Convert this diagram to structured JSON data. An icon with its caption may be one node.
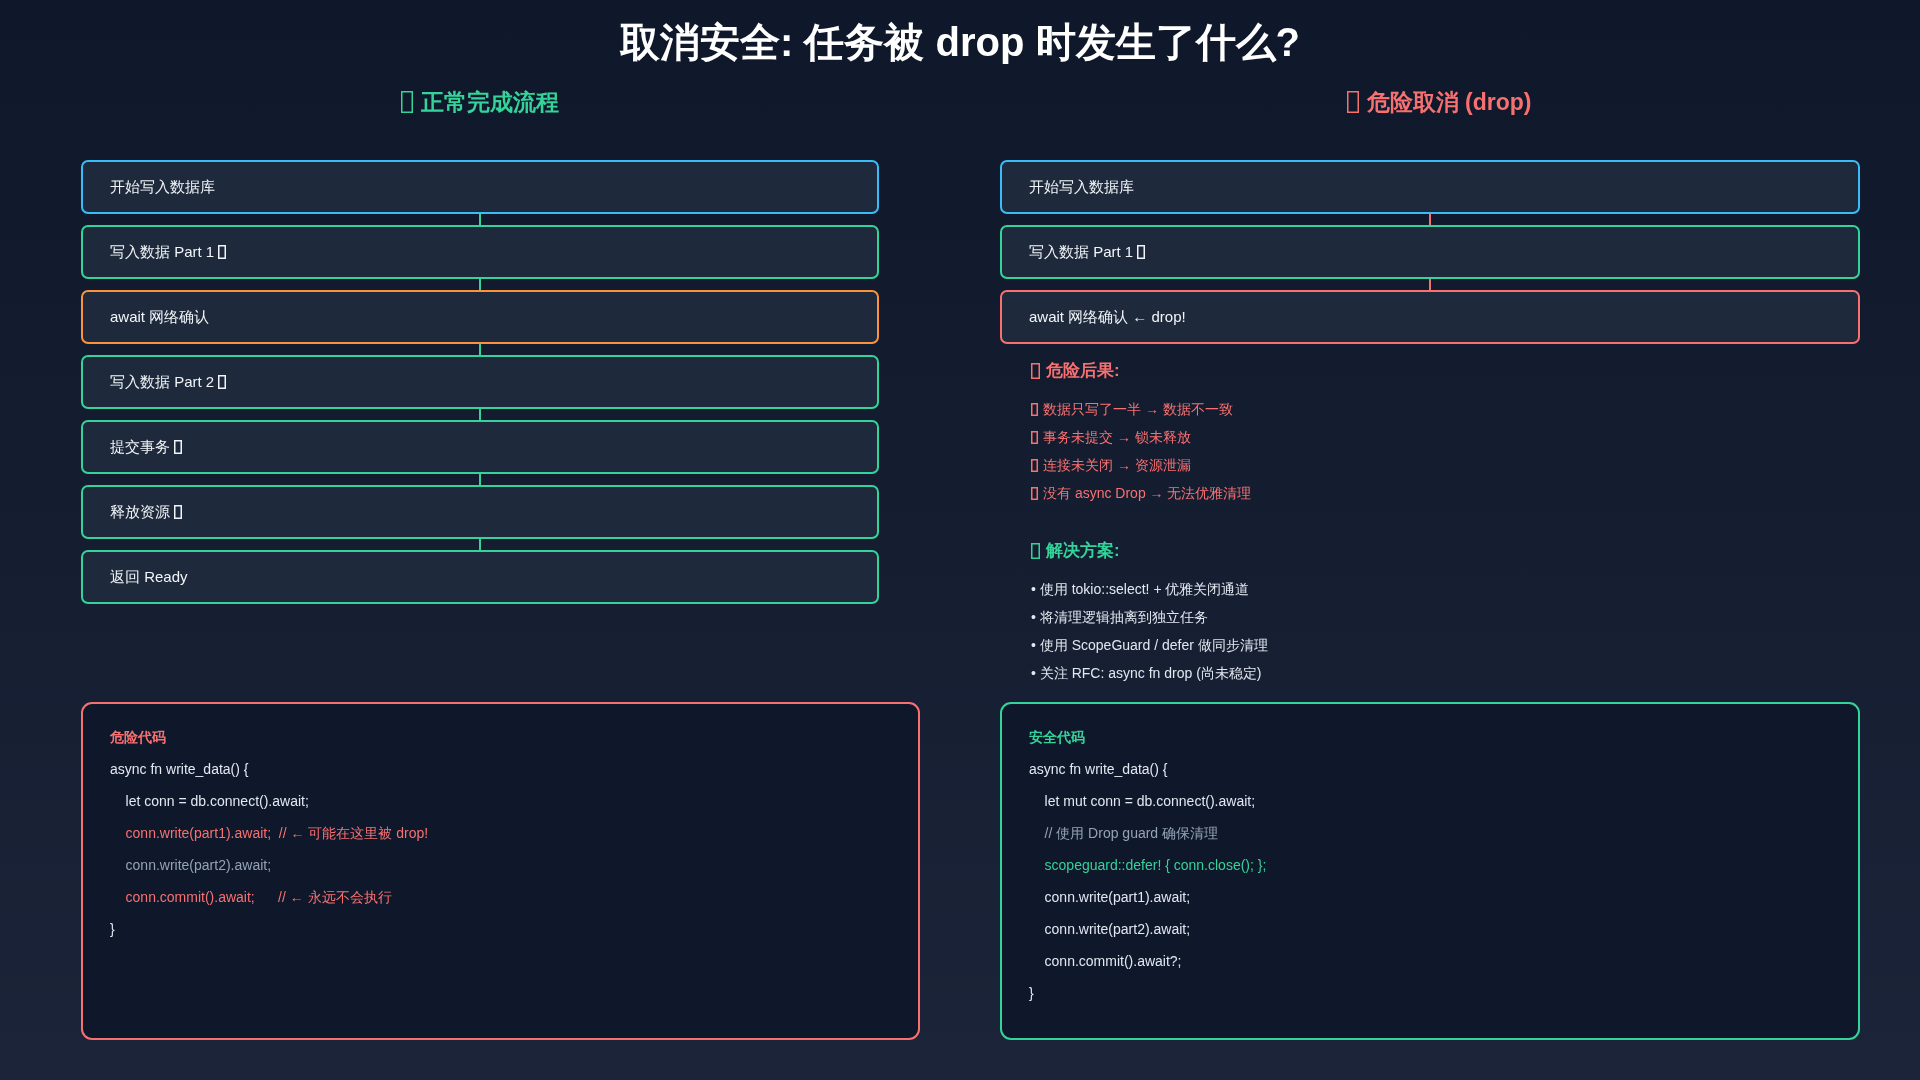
{
  "diagram": {
    "title": "取消安全: 任务被 drop 时发生了什么?",
    "nodes": [
      {
        "text": [
          "开始写入数据库"
        ]
      },
      {
        "text": [
          "写入数据 Part 1"
        ]
      },
      {
        "text": [
          "await 网络确认"
        ]
      },
      {
        "text": [
          "写入数据 Part 2"
        ]
      },
      {
        "text": [
          "提交事务"
        ]
      },
      {
        "text": [
          "释放资源"
        ]
      },
      {
        "text": [
          "返回 Ready"
        ]
      },
      {
        "text": [
          "开始写入数据库"
        ]
      },
      {
        "text": [
          "写入数据 Part 1"
        ]
      },
      {
        "text": [
          "await 网络确认 ← drop!"
        ]
      },
      {
        "text": [
          "危险代码",
          "async fn write_data() {",
          "    let conn = db.connect().await;",
          "    conn.write(part1).await;  // ← 可能在这里被 drop!",
          "    conn.write(part2).await;",
          "    conn.commit().await;      // ← 永远不会执行",
          "}"
        ]
      },
      {
        "text": [
          "安全代码",
          "async fn write_data() {",
          "    let mut conn = db.connect().await;",
          "    // 使用 Drop guard 确保清理",
          "    scopeguard::defer! { conn.close(); };",
          "    conn.write(part1).await;",
          "    conn.write(part2).await;",
          "    conn.commit().await?;",
          "}"
        ]
      }
    ],
    "edges": [
      {
        "from": 0,
        "to": 1,
        "arrow": "none"
      },
      {
        "from": 1,
        "to": 2,
        "arrow": "none"
      },
      {
        "from": 2,
        "to": 3,
        "arrow": "none"
      },
      {
        "from": 3,
        "to": 4,
        "arrow": "none"
      },
      {
        "from": 4,
        "to": 5,
        "arrow": "none"
      },
      {
        "from": 5,
        "to": 6,
        "arrow": "none"
      },
      {
        "from": 7,
        "to": 8,
        "arrow": "none",
        "color": "#f87171"
      },
      {
        "from": 8,
        "to": 9,
        "arrow": "none",
        "color": "#f87171"
      }
    ],
    "labels": [
      "正常完成流程",
      "危险取消 (drop)",
      "危险后果:",
      "数据只写了一半 → 数据不一致",
      "事务未提交 → 锁未释放",
      "连接未关闭 → 资源泄漏",
      "没有 async Drop → 无法优雅清理",
      "解决方案:",
      "• 使用 tokio::select! + 优雅关闭通道",
      "• 将清理逻辑抽离到独立任务",
      "• 使用 ScopeGuard / defer 做同步清理",
      "• 关注 RFC: async fn drop (尚未稳定)"
    ]
  }
}
